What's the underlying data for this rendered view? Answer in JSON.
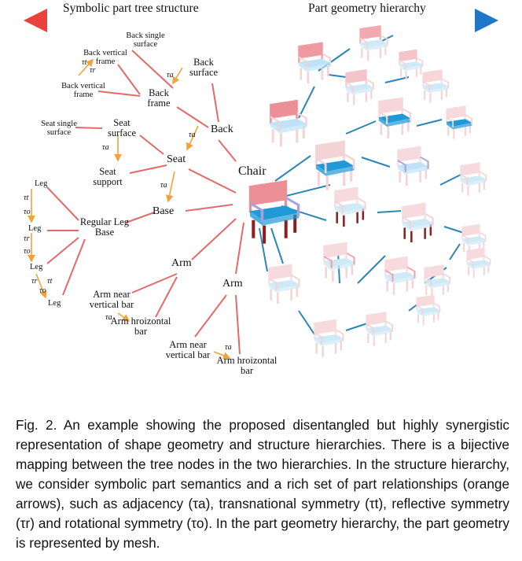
{
  "headers": {
    "left": "Symbolic part tree structure",
    "right": "Part geometry hierarchy"
  },
  "nodes": {
    "chair": "Chair",
    "back": "Back",
    "seat": "Seat",
    "base": "Base",
    "arm_left": "Arm",
    "arm_right": "Arm",
    "back_surface": "Back surface",
    "back_frame": "Back frame",
    "back_single_surface": "Back single surface",
    "back_vertical_frame_1": "Back vertical frame",
    "back_vertical_frame_2": "Back vertical frame",
    "seat_surface": "Seat surface",
    "seat_single_surface": "Seat single surface",
    "seat_support": "Seat support",
    "regular_leg_base": "Regular Leg Base",
    "leg_1": "Leg",
    "leg_2": "Leg",
    "leg_3": "Leg",
    "leg_4": "Leg",
    "arm_near_vertical_bar_1": "Arm near vertical bar",
    "arm_horizontal_bar_1": "Arm hroizontal bar",
    "arm_near_vertical_bar_2": "Arm near vertical bar",
    "arm_horizontal_bar_2": "Arm hroizontal bar"
  },
  "relations": {
    "adjacency": "τa",
    "translational": "τt",
    "reflective": "τr",
    "rotational": "τo"
  },
  "colors": {
    "tree_edge": "#e46a6a",
    "relation_arrow": "#f2a23a",
    "geometry_edge": "#2b86b5",
    "header_left": "#e8413e",
    "header_right": "#1f77c9",
    "seat_blue": "#1f9ad6",
    "back_pink": "#ec8f97",
    "leg_red": "#8a1f22",
    "arm_purple": "#a9a2d8"
  },
  "caption": {
    "label": "Fig. 2.",
    "text": "An example showing the proposed disentangled but highly synergistic representation of shape geometry and structure hierarchies. There is a bijective mapping between the tree nodes in the two hierarchies. In the structure hierarchy, we consider symbolic part semantics and a rich set of part relationships (orange arrows), such as adjacency (τa), transnational symmetry (τt), reflective symmetry (τr) and rotational symmetry (τo). In the part geometry hierarchy, the part geometry is represented by mesh."
  }
}
